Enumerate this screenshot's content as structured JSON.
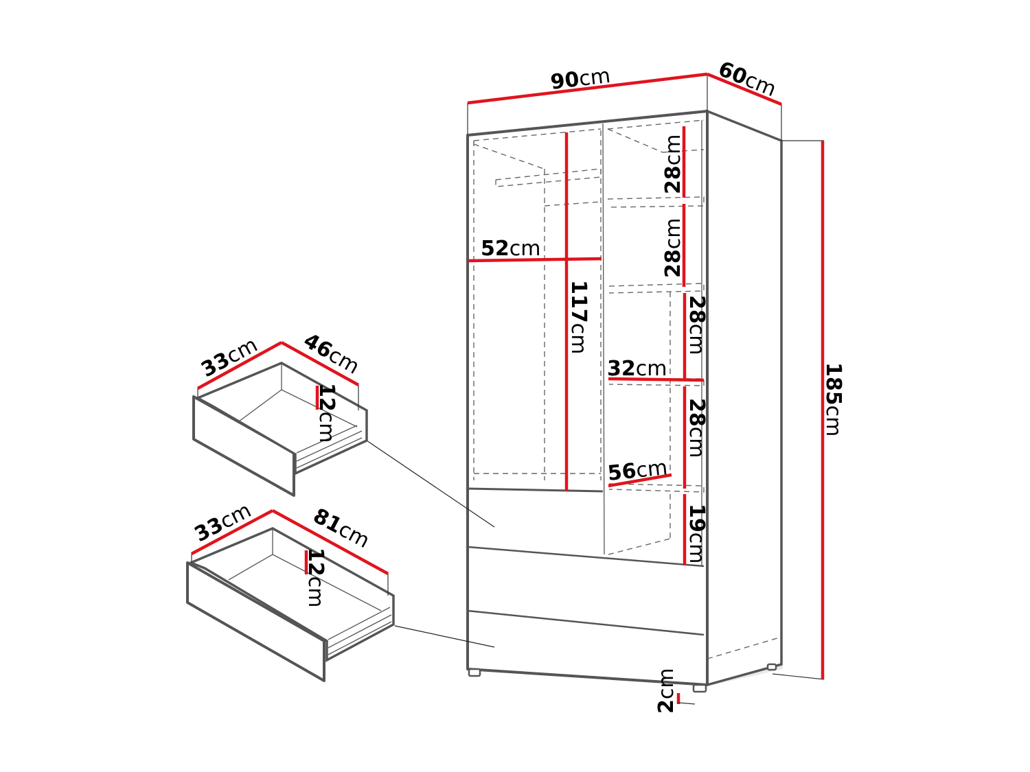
{
  "diagram": {
    "subject": "Two-door wardrobe with three drawers — dimension drawing",
    "colors": {
      "dimension_line": "#e0141e",
      "outline": "#555555",
      "text": "#000000",
      "background": "#ffffff"
    },
    "unit": "cm",
    "overall": {
      "width": {
        "value": "90",
        "unit": "cm"
      },
      "depth": {
        "value": "60",
        "unit": "cm"
      },
      "height": {
        "value": "185",
        "unit": "cm"
      }
    },
    "left_compartment": {
      "width": {
        "value": "52",
        "unit": "cm"
      },
      "height": {
        "value": "117",
        "unit": "cm"
      }
    },
    "right_compartment": {
      "shelf_1_height": {
        "value": "28",
        "unit": "cm"
      },
      "shelf_2_height": {
        "value": "28",
        "unit": "cm"
      },
      "shelf_3_height": {
        "value": "28",
        "unit": "cm"
      },
      "shelf_4_height": {
        "value": "28",
        "unit": "cm"
      },
      "bottom_height": {
        "value": "19",
        "unit": "cm"
      },
      "width": {
        "value": "32",
        "unit": "cm"
      },
      "depth": {
        "value": "56",
        "unit": "cm"
      }
    },
    "legs": {
      "height": {
        "value": "2",
        "unit": "cm"
      }
    },
    "small_drawer": {
      "width": {
        "value": "33",
        "unit": "cm"
      },
      "length": {
        "value": "46",
        "unit": "cm"
      },
      "height": {
        "value": "12",
        "unit": "cm"
      }
    },
    "large_drawer": {
      "width": {
        "value": "33",
        "unit": "cm"
      },
      "length": {
        "value": "81",
        "unit": "cm"
      },
      "height": {
        "value": "12",
        "unit": "cm"
      }
    }
  }
}
